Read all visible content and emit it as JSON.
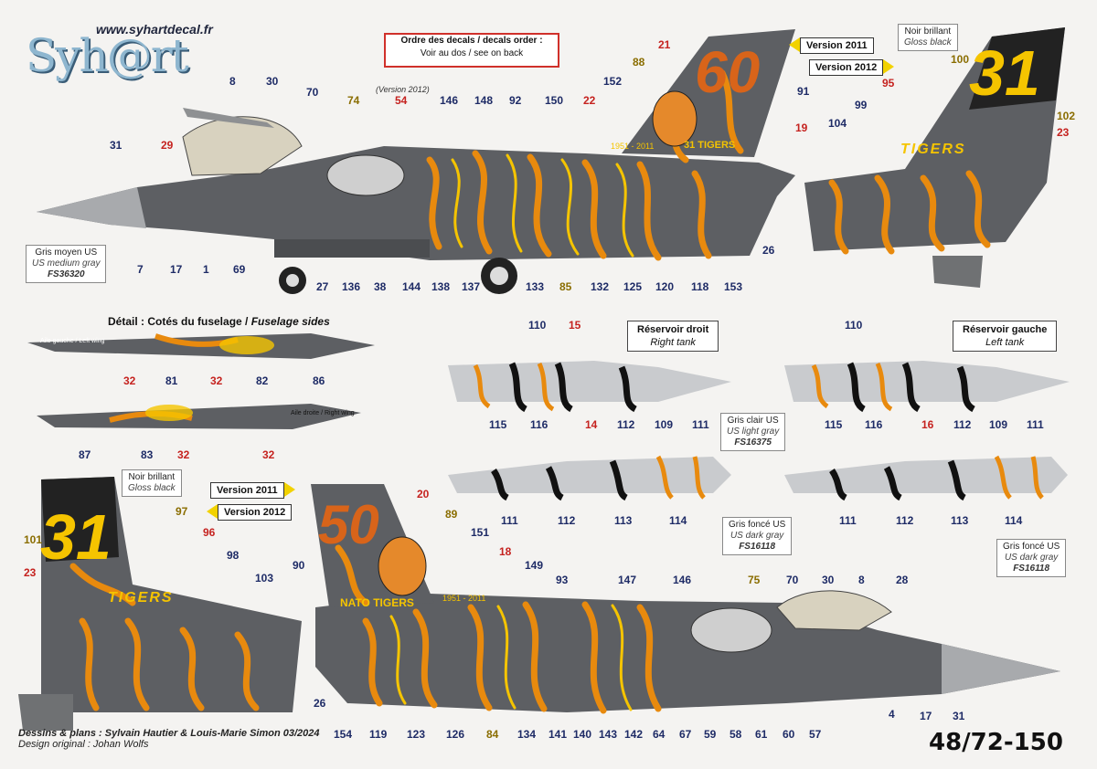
{
  "header": {
    "website": "www.syhartdecal.fr",
    "logo_text": "Syh@rt",
    "order_title": "Ordre des decals / decals order :",
    "order_sub": "Voir au dos / see on back"
  },
  "versions": {
    "v2011": "Version 2011",
    "v2012": "Version 2012",
    "v2012_note": "(Version 2012)"
  },
  "colors_ref": {
    "gloss_black_fr": "Noir brillant",
    "gloss_black_en": "Gloss black",
    "medium_gray_fr": "Gris moyen US",
    "medium_gray_en": "US medium gray",
    "medium_gray_code": "FS36320",
    "light_gray_fr": "Gris clair US",
    "light_gray_en": "US light gray",
    "light_gray_code": "FS16375",
    "dark_gray_fr": "Gris foncé US",
    "dark_gray_en": "US dark gray",
    "dark_gray_code": "FS16118"
  },
  "sections": {
    "fuselage_fr": "Détail : Cotés du fuselage /",
    "fuselage_en": "Fuselage sides",
    "left_wing": "Aile gauche / Left wing",
    "right_wing": "Aile droite / Right wing",
    "right_tank_fr": "Réservoir droit",
    "right_tank_en": "Right tank",
    "left_tank_fr": "Réservoir gauche",
    "left_tank_en": "Left tank"
  },
  "tail_art": {
    "tail_60": "60",
    "tail_50": "50",
    "tail_31": "31",
    "tigers": "TIGERS",
    "years": "1951 - 2011",
    "squadron_31": "31 TIGERS",
    "nato_tigers": "NATO TIGERS"
  },
  "callouts_top": [
    "8",
    "30",
    "70",
    "74",
    "54",
    "146",
    "148",
    "92",
    "150",
    "22",
    "152",
    "88",
    "21",
    "91",
    "19",
    "31",
    "29",
    "7",
    "17",
    "1",
    "69",
    "27",
    "136",
    "38",
    "144",
    "138",
    "137",
    "133",
    "85",
    "132",
    "125",
    "120",
    "118",
    "153",
    "26"
  ],
  "callouts_tail_right": [
    "100",
    "95",
    "99",
    "104",
    "102",
    "23"
  ],
  "callouts_fuselage": [
    "32",
    "81",
    "32",
    "82",
    "86",
    "87",
    "83",
    "32",
    "32"
  ],
  "callouts_tanks": [
    "110",
    "15",
    "115",
    "116",
    "112",
    "109",
    "111",
    "14",
    "111",
    "112",
    "113",
    "114",
    "110",
    "115",
    "116",
    "112",
    "109",
    "111",
    "16",
    "111",
    "112",
    "113",
    "114"
  ],
  "callouts_bottom": [
    "97",
    "101",
    "96",
    "98",
    "103",
    "23",
    "90",
    "20",
    "89",
    "151",
    "18",
    "149",
    "93",
    "147",
    "146",
    "75",
    "70",
    "30",
    "8",
    "28",
    "26",
    "154",
    "119",
    "123",
    "126",
    "84",
    "134",
    "141",
    "140",
    "143",
    "142",
    "64",
    "67",
    "59",
    "58",
    "61",
    "60",
    "57",
    "4",
    "17",
    "31"
  ],
  "credits": {
    "line1": "Dessins & plans : Sylvain Hautier & Louis-Marie Simon 03/2024",
    "line2": "Design original : Johan Wolfs"
  },
  "reference": "48/72-150",
  "palette": {
    "gray": "#5d5f63",
    "light_gray": "#c9cbce",
    "orange": "#e88a0e",
    "yellow": "#f5c400",
    "black": "#111111",
    "red_callout": "#c5221f",
    "blue_callout": "#1e2b66"
  }
}
